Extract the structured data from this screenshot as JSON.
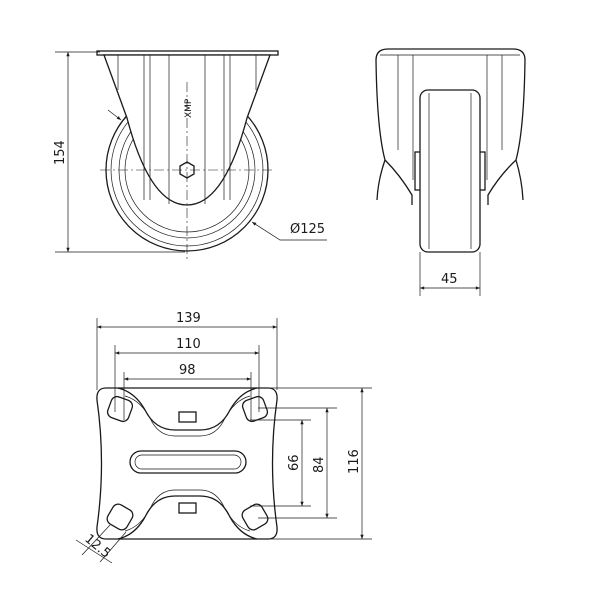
{
  "title": "Fixed castor technical drawing",
  "views": {
    "front": {
      "height_label": "154",
      "diameter_label": "Ø125",
      "logo_text": "XMP"
    },
    "side": {
      "width_label": "45"
    },
    "plate": {
      "width_label": "139",
      "hole_span_outer_label": "110",
      "hole_span_inner_label": "98",
      "height_label": "116",
      "hole_height_outer_label": "84",
      "hole_height_inner_label": "66",
      "slot_label": "12.5"
    }
  },
  "colors": {
    "line": "#1a1a1a",
    "background": "#ffffff"
  }
}
